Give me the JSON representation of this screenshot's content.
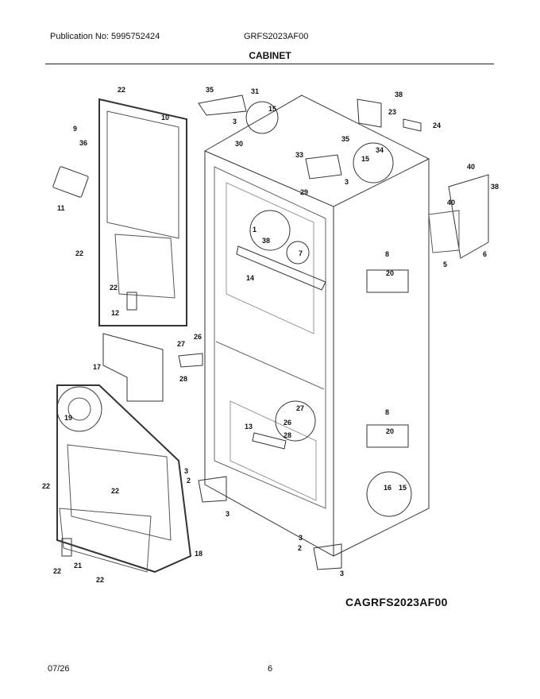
{
  "header": {
    "publication": "Publication No: 5995752424",
    "model": "GRFS2023AF00",
    "section_title": "CABINET"
  },
  "footer": {
    "date": "07/26",
    "page": "6"
  },
  "diagram_code": "CAGRFS2023AF00",
  "callouts": [
    "22",
    "10",
    "9",
    "36",
    "11",
    "22",
    "22",
    "12",
    "35",
    "31",
    "15",
    "3",
    "30",
    "38",
    "23",
    "24",
    "33",
    "35",
    "34",
    "15",
    "3",
    "29",
    "40",
    "38",
    "40",
    "5",
    "6",
    "1",
    "38",
    "7",
    "14",
    "8",
    "20",
    "17",
    "27",
    "26",
    "28",
    "19",
    "8",
    "20",
    "27",
    "26",
    "28",
    "13",
    "3",
    "2",
    "3",
    "22",
    "22",
    "16",
    "15",
    "3",
    "2",
    "3",
    "22",
    "21",
    "22",
    "18"
  ]
}
